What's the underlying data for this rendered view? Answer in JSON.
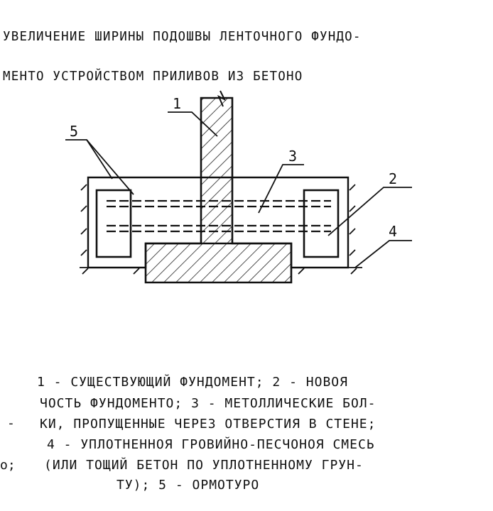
{
  "title": {
    "line1": "Увеличение ширины подошвы ленточного фундо-",
    "line2": "менто устройством приливов из бетоно"
  },
  "labels": [
    "1",
    "2",
    "3",
    "4",
    "5"
  ],
  "caption": {
    "lines": [
      "1 - существующий фундомент; 2 - новоя",
      "чость фундоменто; 3 - метоллические бол-",
      "ки, пропущенные через отверстия в стене;",
      "4 - уплотненноя гровийно-песчоноя смесь",
      "(или тощий бетон по уплотненному грун-",
      "ту); 5 - ормотуро"
    ],
    "left_fragments": [
      "-",
      "о;"
    ]
  }
}
